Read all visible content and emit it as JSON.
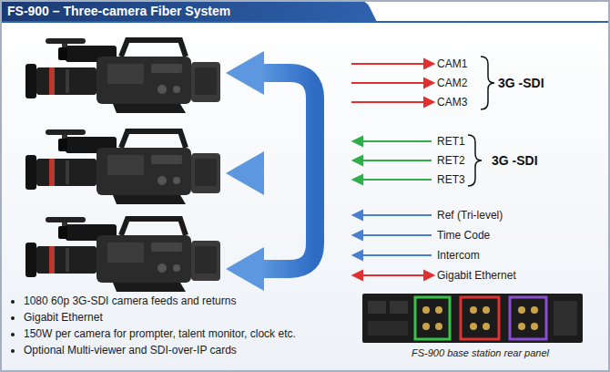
{
  "diagram": {
    "title": "FS-900 – Three-camera Fiber System",
    "caption": "FS-900 base station rear panel",
    "labels": [
      "CAM1",
      "CAM2",
      "CAM3",
      "3G -SDI",
      "RET1",
      "RET2",
      "RET3",
      "3G -SDI",
      "Ref (Tri-level)",
      "Time Code",
      "Intercom",
      "Gigabit Ethernet",
      "1080 60p 3G-SDI camera feeds and returns",
      "Gigabit Ethernet",
      "150W per camera for prompter, talent monitor, clock etc.",
      "Optional Multi-viewer and SDI-over-IP cards"
    ]
  }
}
